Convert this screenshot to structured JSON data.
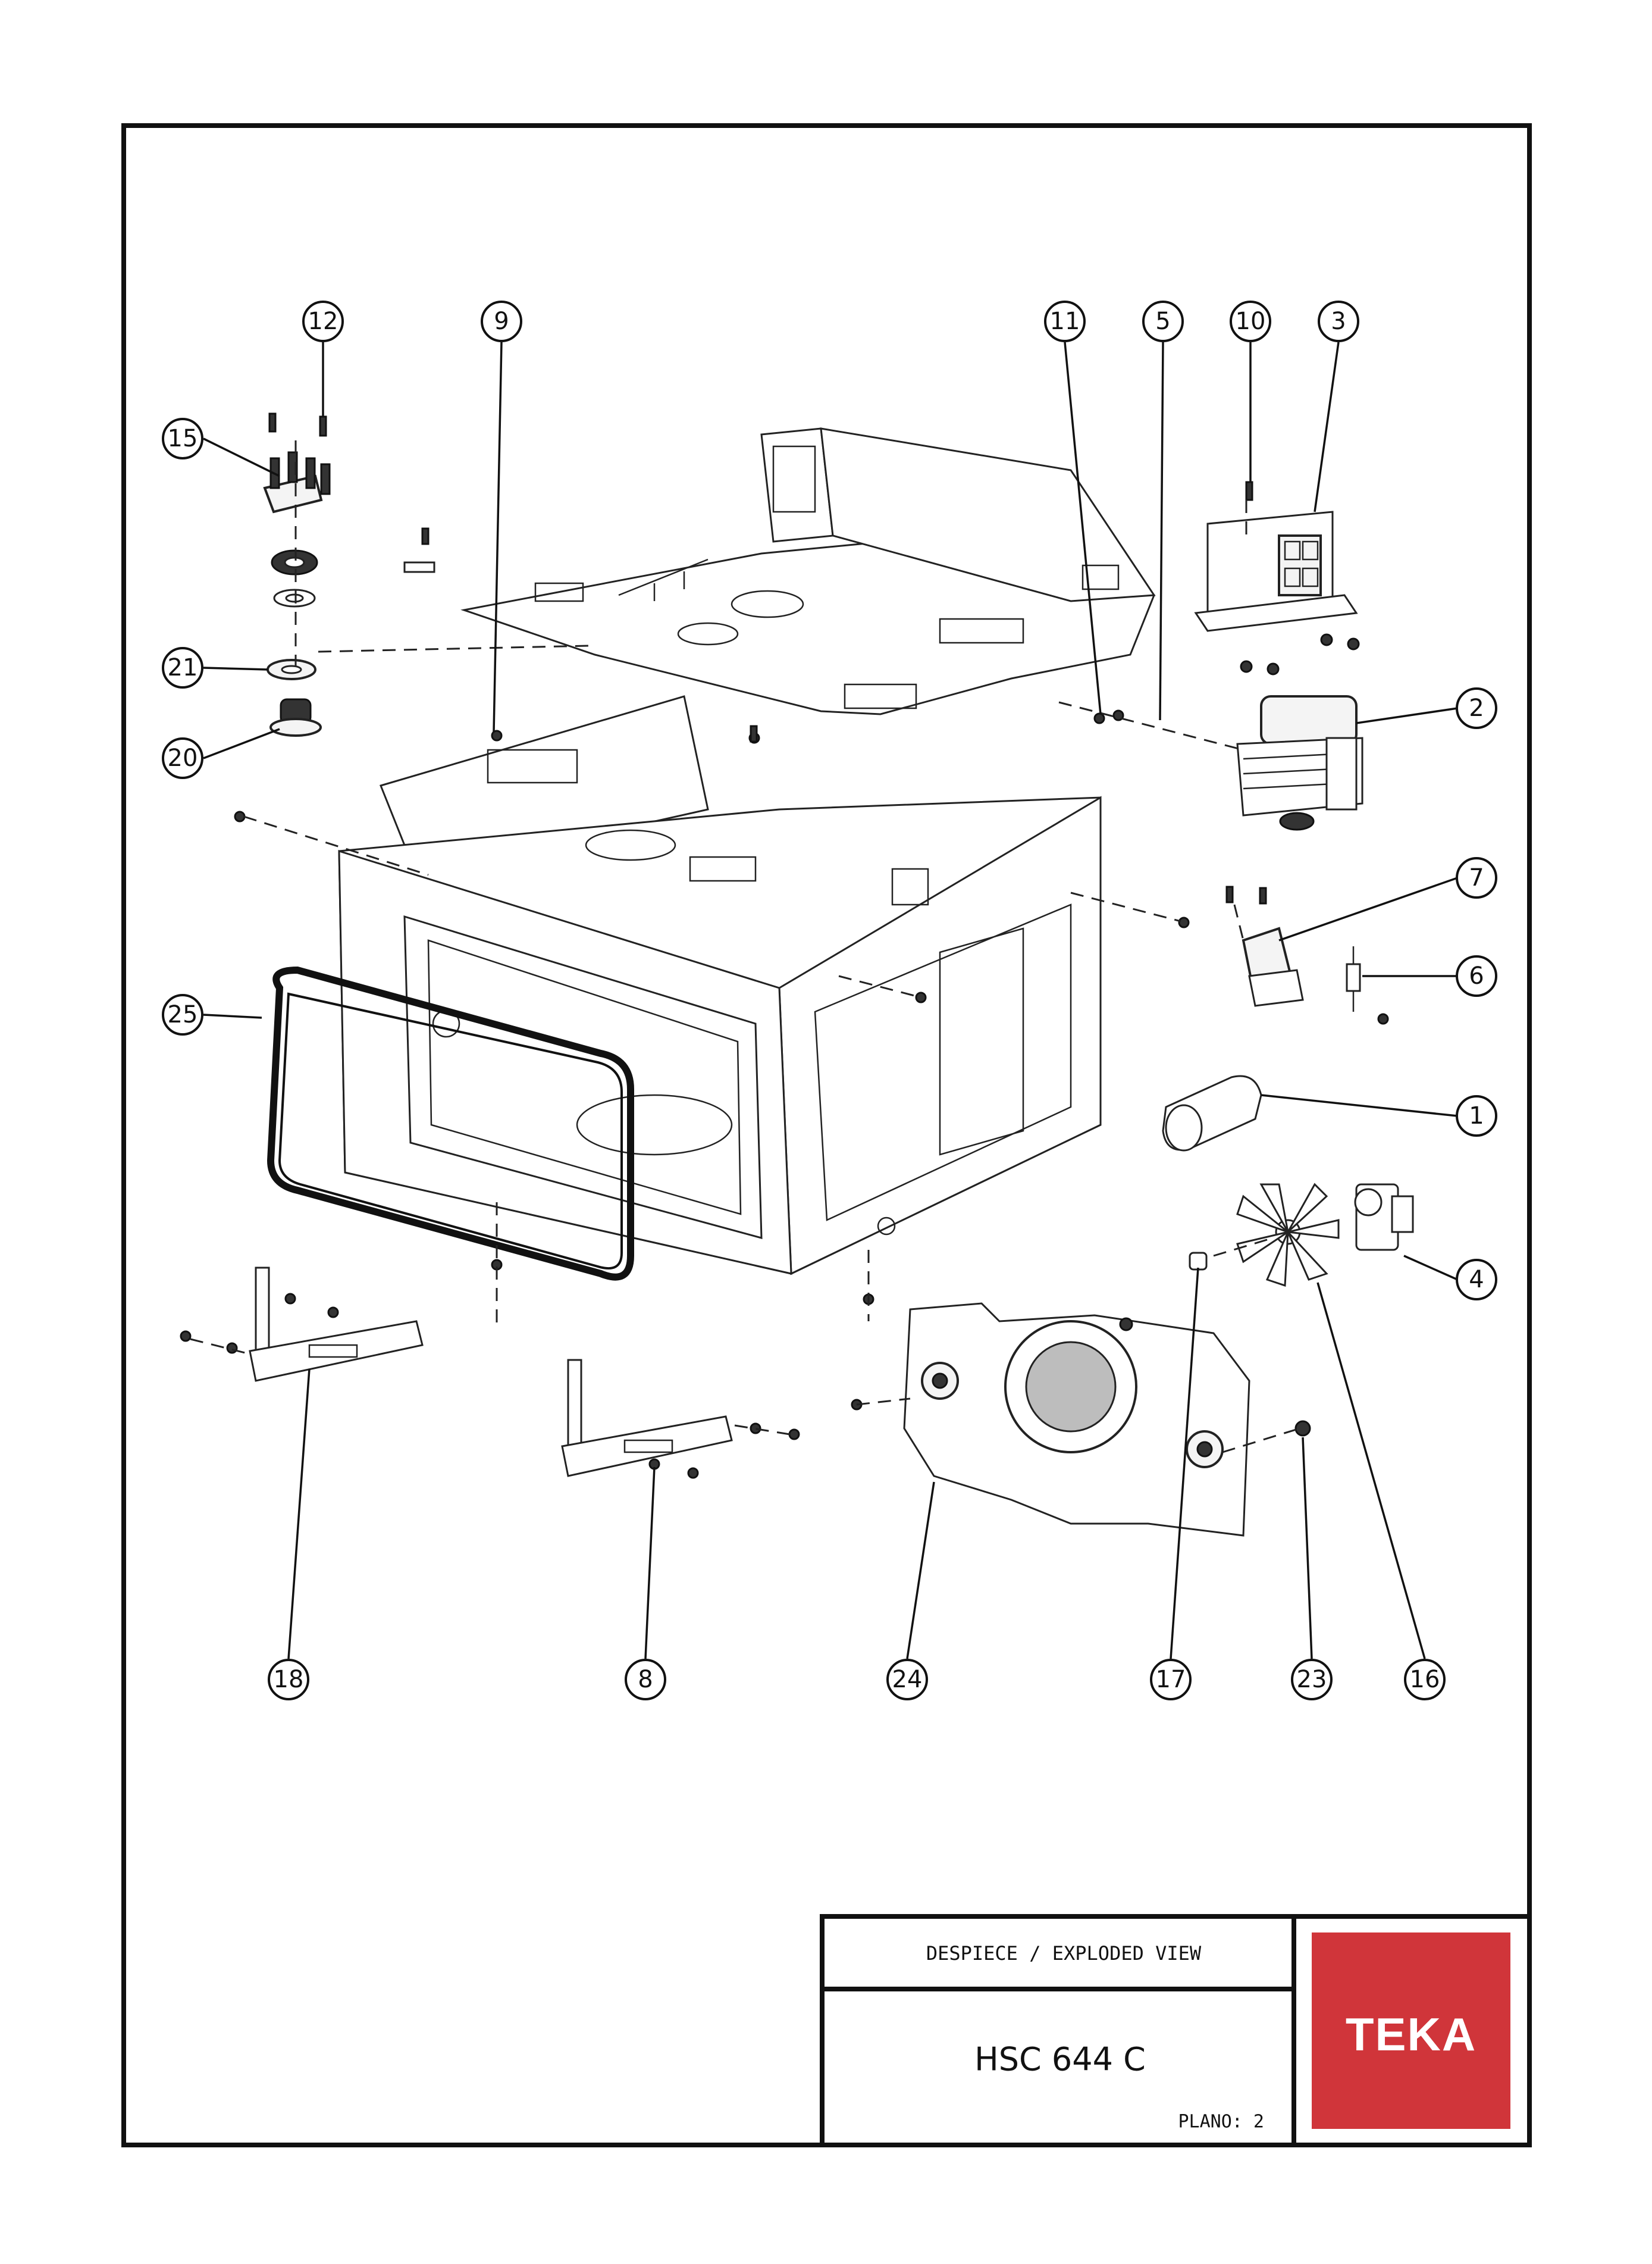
{
  "title_block": {
    "heading": "DESPIECE / EXPLODED VIEW",
    "model": "HSC 644 C",
    "sheet_label": "PLANO: 2",
    "brand": "TEKA",
    "brand_color": "#d0353a"
  },
  "callouts": [
    {
      "id": "12",
      "label": "12"
    },
    {
      "id": "9",
      "label": "9"
    },
    {
      "id": "11",
      "label": "11"
    },
    {
      "id": "5",
      "label": "5"
    },
    {
      "id": "10",
      "label": "10"
    },
    {
      "id": "3",
      "label": "3"
    },
    {
      "id": "15",
      "label": "15"
    },
    {
      "id": "21",
      "label": "21"
    },
    {
      "id": "20",
      "label": "20"
    },
    {
      "id": "2",
      "label": "2"
    },
    {
      "id": "7",
      "label": "7"
    },
    {
      "id": "6",
      "label": "6"
    },
    {
      "id": "25",
      "label": "25"
    },
    {
      "id": "1",
      "label": "1"
    },
    {
      "id": "4",
      "label": "4"
    },
    {
      "id": "18",
      "label": "18"
    },
    {
      "id": "8",
      "label": "8"
    },
    {
      "id": "24",
      "label": "24"
    },
    {
      "id": "17",
      "label": "17"
    },
    {
      "id": "23",
      "label": "23"
    },
    {
      "id": "16",
      "label": "16"
    }
  ]
}
